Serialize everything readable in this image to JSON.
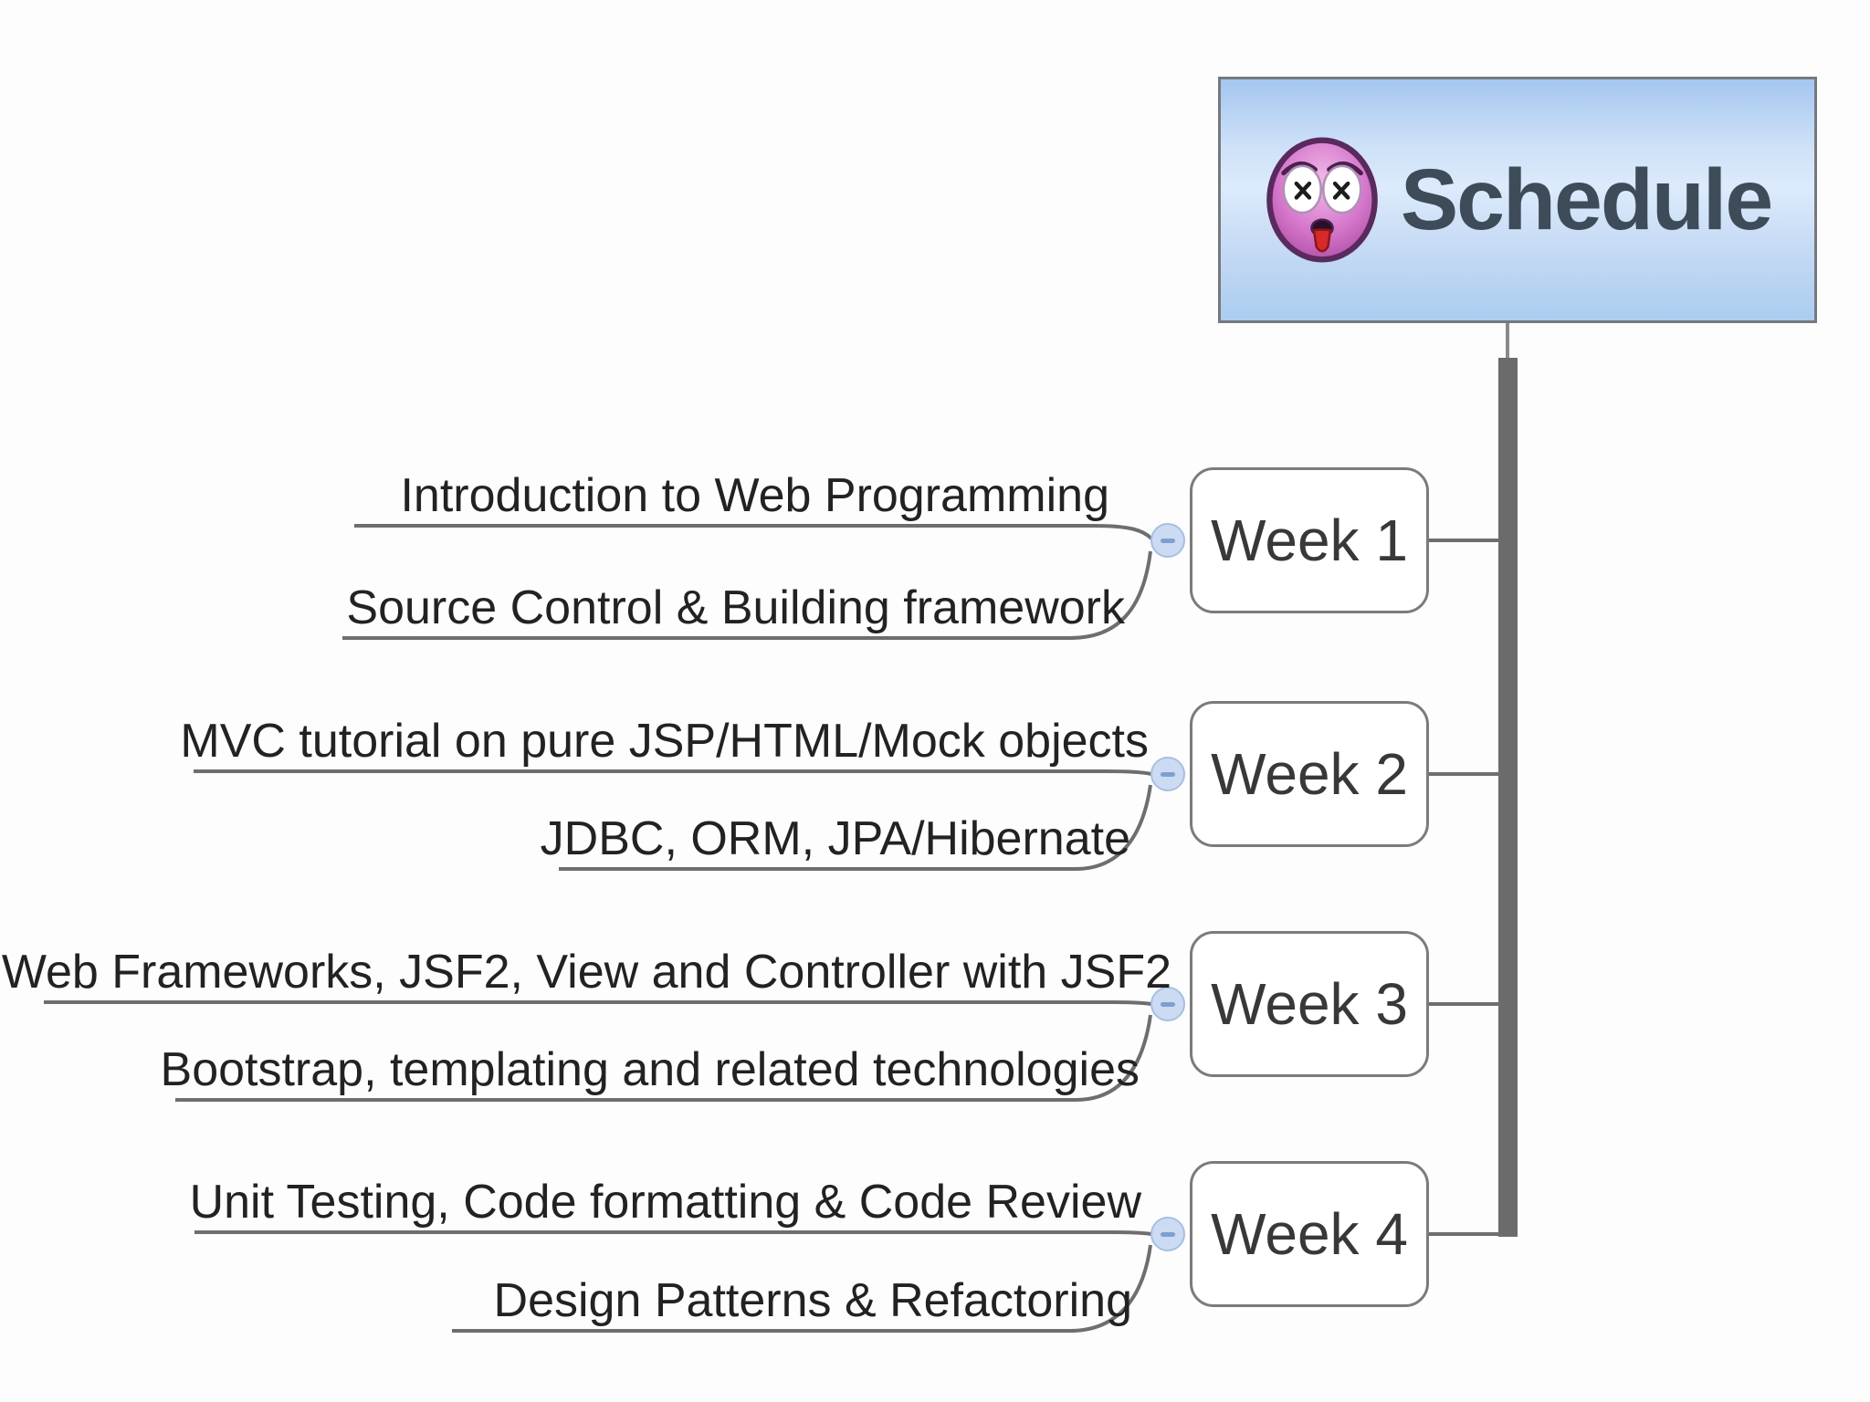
{
  "root": {
    "label": "Schedule",
    "icon": "shocked-face-emoji"
  },
  "weeks": [
    {
      "label": "Week 1",
      "topics": [
        "Introduction to Web Programming",
        "Source Control & Building framework"
      ]
    },
    {
      "label": "Week 2",
      "topics": [
        "MVC tutorial on pure JSP/HTML/Mock objects",
        "JDBC, ORM, JPA/Hibernate"
      ]
    },
    {
      "label": "Week 3",
      "topics": [
        "Web Frameworks, JSF2, View and Controller with JSF2",
        "Bootstrap, templating and related technologies"
      ]
    },
    {
      "label": "Week 4",
      "topics": [
        "Unit Testing, Code formatting & Code Review",
        "Design Patterns & Refactoring"
      ]
    }
  ],
  "colors": {
    "root_fill_top": "#a3c6f0",
    "root_fill_mid": "#dcebfc",
    "root_border": "#75797e",
    "root_text": "#3e4b59",
    "node_border": "#7b7b7b",
    "node_text": "#383838",
    "branch_line": "#6e6e6e",
    "trunk": "#6b6b6b",
    "collapse_fill": "#ccdbf2",
    "collapse_border": "#a6bfe3",
    "topic_text": "#222222",
    "emoji_face": "#d678cc",
    "emoji_outline": "#5a2a5e",
    "emoji_tongue": "#d42a2a"
  }
}
